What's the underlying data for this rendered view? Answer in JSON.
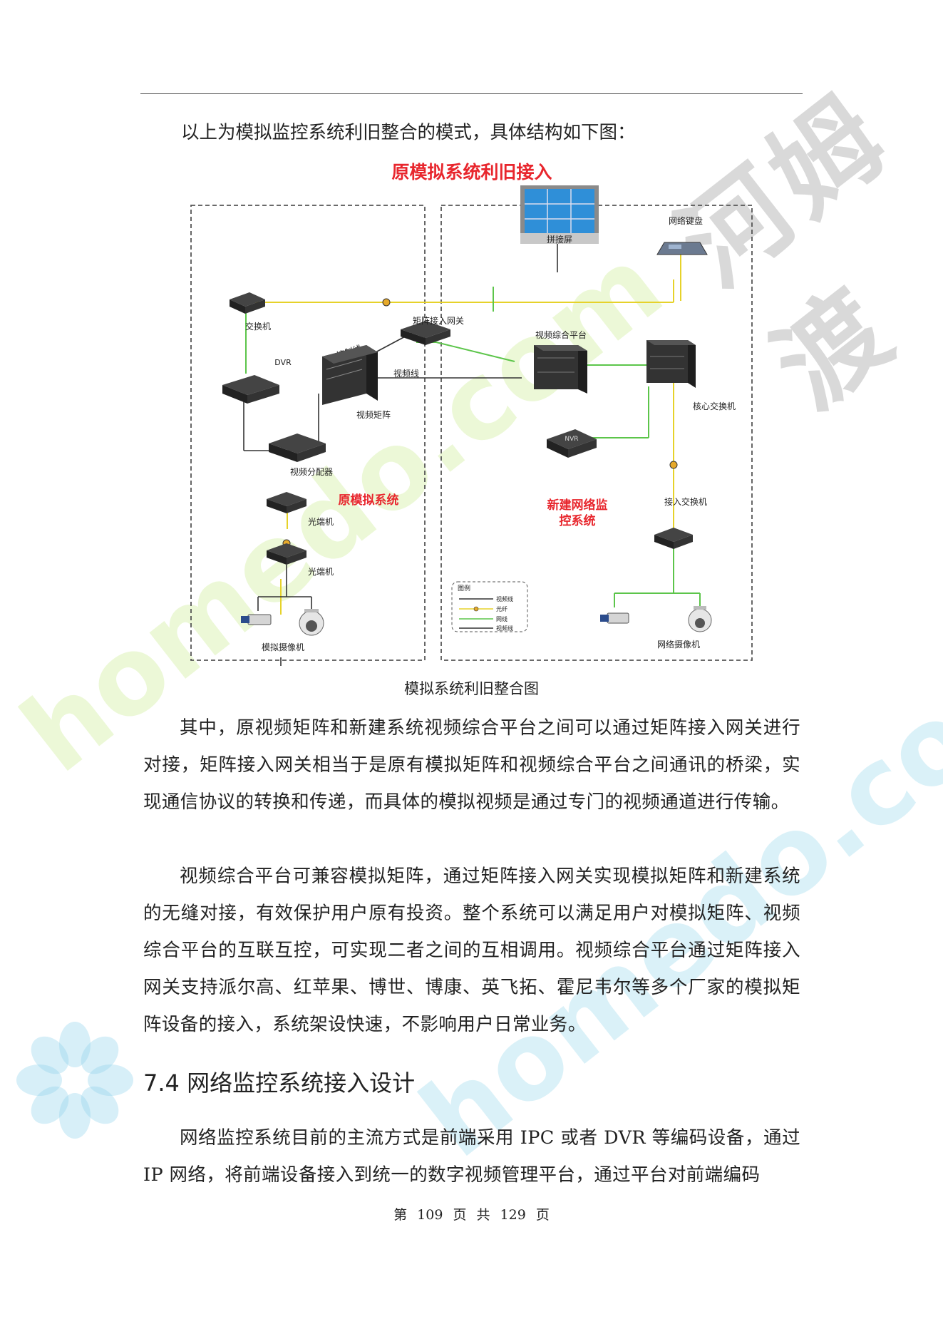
{
  "lead_text": "以上为模拟监控系统利旧整合的模式，具体结构如下图：",
  "diagram": {
    "title": "原模拟系统利旧接入",
    "left_region_label": "原模拟系统",
    "right_region_label_line1": "新建网络监",
    "right_region_label_line2": "控系统",
    "nodes": {
      "switch": "交换机",
      "dvr": "DVR",
      "video_matrix": "视频矩阵",
      "matrix_gateway": "矩阵接入网关",
      "video_distributor": "视频分配器",
      "optical_1": "光端机",
      "optical_2": "光端机",
      "analog_camera": "模拟摄像机",
      "splice_screen": "拼接屏",
      "video_platform": "视频综合平台",
      "network_keyboard": "网络键盘",
      "core_switch": "核心交换机",
      "nvr": "NVR",
      "access_switch": "接入交换机",
      "network_camera": "网络摄像机"
    },
    "line_labels": {
      "control_line": "控制线",
      "video_line": "视频线"
    },
    "legend": {
      "title": "图例",
      "items": [
        "视频线",
        "光纤",
        "网线",
        "视频线"
      ]
    },
    "colors": {
      "title_red": "#e8262d",
      "video_line": "#333333",
      "fiber_line": "#e6d22a",
      "network_line": "#5cc54a",
      "screen_blue": "#2f8fd8"
    }
  },
  "caption": "模拟系统利旧整合图",
  "paragraphs": [
    "其中，原视频矩阵和新建系统视频综合平台之间可以通过矩阵接入网关进行对接，矩阵接入网关相当于是原有模拟矩阵和视频综合平台之间通讯的桥梁，实现通信协议的转换和传递，而具体的模拟视频是通过专门的视频通道进行传输。",
    "视频综合平台可兼容模拟矩阵，通过矩阵接入网关实现模拟矩阵和新建系统的无缝对接，有效保护用户原有投资。整个系统可以满足用户对模拟矩阵、视频综合平台的互联互控，可实现二者之间的互相调用。视频综合平台通过矩阵接入网关支持派尔高、红苹果、博世、博康、英飞拓、霍尼韦尔等多个厂家的模拟矩阵设备的接入，系统架设快速，不影响用户日常业务。"
  ],
  "section_heading": "7.4 网络监控系统接入设计",
  "section_paragraph": "网络监控系统目前的主流方式是前端采用 IPC 或者 DVR 等编码设备，通过 IP 网络，将前端设备接入到统一的数字视频管理平台，通过平台对前端编码",
  "footer": "第 109 页   共 129 页",
  "watermarks": {
    "cn": "河姆渡",
    "en": "homedo.com"
  }
}
